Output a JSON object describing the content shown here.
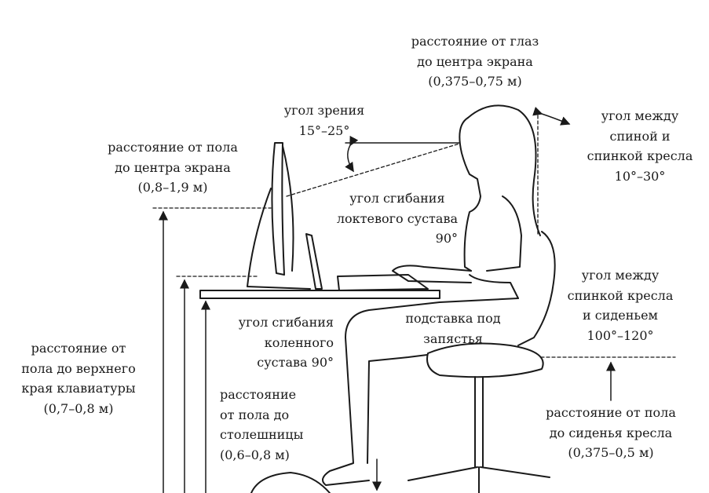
{
  "labels": {
    "eye_distance": [
      "расстояние от глаз",
      "до центра экрана",
      "(0,375–0,75 м)"
    ],
    "view_angle": [
      "угол зрения",
      "15°–25°"
    ],
    "back_angle": [
      "угол между",
      "спиной и",
      "спинкой кресла",
      "10°–30°"
    ],
    "screen_height": [
      "расстояние от пола",
      "до центра экрана",
      "(0,8–1,9 м)"
    ],
    "elbow_angle": [
      "угол сгибания",
      "локтевого сустава",
      "90°"
    ],
    "seat_back_angle": [
      "угол между",
      "спинкой кресла",
      "и сиденьем",
      "100°–120°"
    ],
    "knee_angle": [
      "угол сгибания",
      "коленного",
      "сустава 90°"
    ],
    "wrist_rest": [
      "подставка под",
      "запястья"
    ],
    "keyboard_height": [
      "расстояние от",
      "пола до верхнего",
      "края клавиатуры",
      "(0,7–0,8 м)"
    ],
    "desk_height": [
      "расстояние",
      "от пола до",
      "столешницы",
      "(0,6–0,8 м)"
    ],
    "seat_height": [
      "расстояние от пола",
      "до сиденья кресла",
      "(0,375–0,5 м)"
    ]
  }
}
